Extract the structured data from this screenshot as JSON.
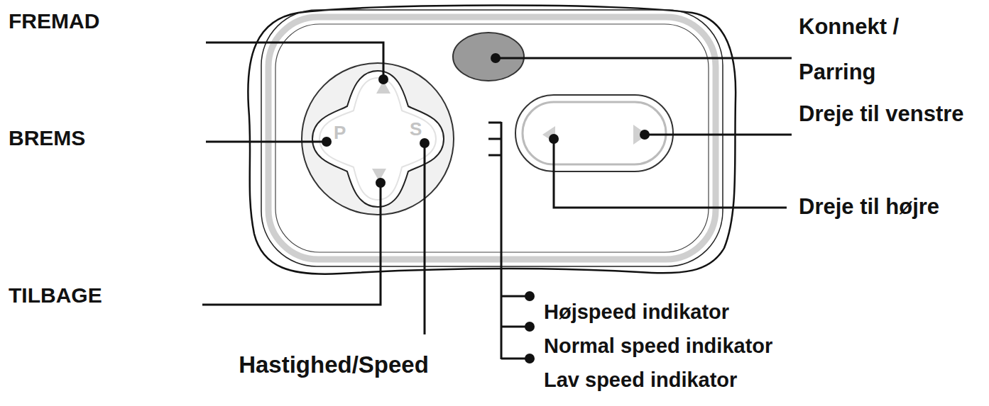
{
  "diagram": {
    "labels": [
      "FREMAD",
      "Konnekt / Parring",
      "BREMS",
      "Dreje til venstre",
      "P",
      "S",
      "Dreje til højre",
      "TILBAGE",
      "Hastighed/Speed",
      "Højspeed indikator",
      "Normal speed indikator",
      "Lav speed indikator"
    ]
  }
}
